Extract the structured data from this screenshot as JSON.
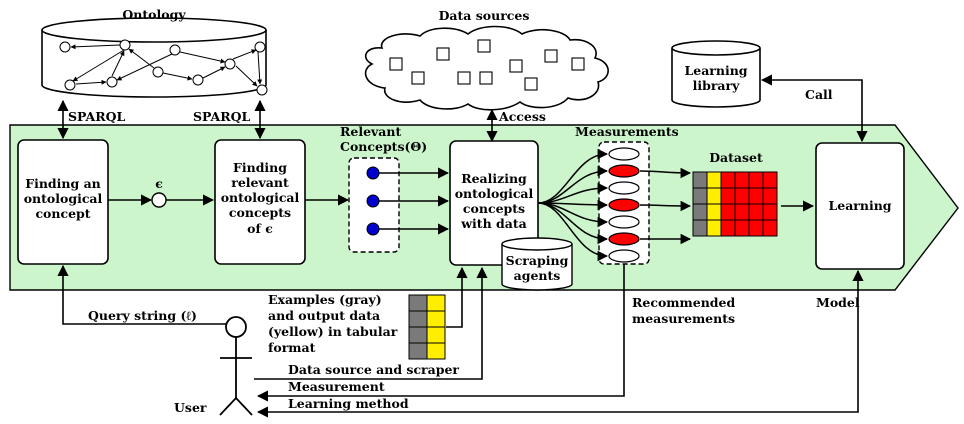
{
  "labels": {
    "ontology": "Ontology",
    "data_sources": "Data sources",
    "learning_library_1": "Learning",
    "learning_library_2": "library",
    "sparql_left": "SPARQL",
    "sparql_right": "SPARQL",
    "access": "Access",
    "call": "Call",
    "relevant_concepts_1": "Relevant",
    "relevant_concepts_2": "Concepts(Θ)",
    "measurements": "Measurements",
    "dataset": "Dataset",
    "epsilon": "ϵ",
    "finding_concept": [
      "Finding an",
      "ontological",
      "concept"
    ],
    "finding_relevant": [
      "Finding",
      "relevant",
      "ontological",
      "concepts",
      "of ϵ"
    ],
    "realizing": [
      "Realizing",
      "ontological",
      "concepts",
      "with data"
    ],
    "scraping": [
      "Scraping",
      "agents"
    ],
    "learning": "Learning",
    "query_string": "Query string (ℓ)",
    "examples": [
      "Examples (gray)",
      "and output data",
      "(yellow) in tabular",
      "format"
    ],
    "data_source_scraper": "Data source and scraper",
    "measurement": "Measurement",
    "learning_method": "Learning method",
    "recommended": [
      "Recommended",
      "measurements"
    ],
    "model": "Model",
    "user": "User"
  },
  "colors": {
    "band_fill": "#ccf5cc",
    "gray_cell": "#7a7a7a",
    "yellow_cell": "#ffee00",
    "red_cell": "#ff0000",
    "blue_node": "#0000cc",
    "red_ellipse": "#ff0000"
  },
  "measurement_ellipses": [
    "white",
    "red",
    "white",
    "red",
    "white",
    "red",
    "white"
  ],
  "dataset_grid": {
    "rows": 4,
    "cols": 6,
    "col_colors": [
      "gray",
      "yellow",
      "red",
      "red",
      "red",
      "red"
    ]
  },
  "examples_grid": {
    "rows": 4,
    "col_colors": [
      "gray",
      "yellow"
    ]
  }
}
